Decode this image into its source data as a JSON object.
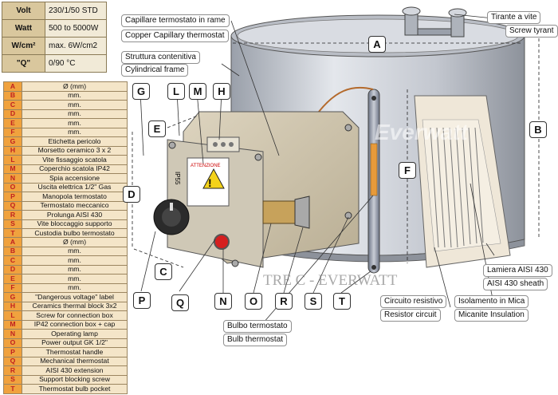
{
  "specs": [
    {
      "key": "Volt",
      "value": "230/1/50 STD"
    },
    {
      "key": "Watt",
      "value": "500 to 5000W"
    },
    {
      "key": "W/cm²",
      "value": "max. 6W/cm2"
    },
    {
      "key": "\"Q\"",
      "value": "0/90 °C"
    }
  ],
  "legend_it": [
    {
      "letter": "A",
      "text": "Ø (mm)"
    },
    {
      "letter": "B",
      "text": "mm."
    },
    {
      "letter": "C",
      "text": "mm."
    },
    {
      "letter": "D",
      "text": "mm."
    },
    {
      "letter": "E",
      "text": "mm."
    },
    {
      "letter": "F",
      "text": "mm."
    },
    {
      "letter": "G",
      "text": "Etichetta pericolo"
    },
    {
      "letter": "H",
      "text": "Morsetto ceramico 3 x 2"
    },
    {
      "letter": "L",
      "text": "Vite fissaggio scatola"
    },
    {
      "letter": "M",
      "text": "Coperchio scatola IP42"
    },
    {
      "letter": "N",
      "text": "Spia accensione"
    },
    {
      "letter": "O",
      "text": "Uscita elettrica 1/2\" Gas"
    },
    {
      "letter": "P",
      "text": "Manopola termostato"
    },
    {
      "letter": "Q",
      "text": "Termostato meccanico"
    },
    {
      "letter": "R",
      "text": "Prolunga AISI 430"
    },
    {
      "letter": "S",
      "text": "Vite bloccaggio supporto"
    },
    {
      "letter": "T",
      "text": "Custodia bulbo termostato"
    }
  ],
  "legend_en": [
    {
      "letter": "A",
      "text": "Ø (mm)"
    },
    {
      "letter": "B",
      "text": "mm."
    },
    {
      "letter": "C",
      "text": "mm."
    },
    {
      "letter": "D",
      "text": "mm."
    },
    {
      "letter": "E",
      "text": "mm."
    },
    {
      "letter": "F",
      "text": "mm."
    },
    {
      "letter": "G",
      "text": "\"Dangerous voltage\" label"
    },
    {
      "letter": "H",
      "text": "Ceramics thermal block 3x2"
    },
    {
      "letter": "L",
      "text": "Screw for connection box"
    },
    {
      "letter": "M",
      "text": "IP42 connection box + cap"
    },
    {
      "letter": "N",
      "text": "Operating lamp"
    },
    {
      "letter": "O",
      "text": "Power output GK 1/2\""
    },
    {
      "letter": "P",
      "text": "Thermostat handle"
    },
    {
      "letter": "Q",
      "text": "Mechanical thermostat"
    },
    {
      "letter": "R",
      "text": "AISI 430 extension"
    },
    {
      "letter": "S",
      "text": "Support blocking screw"
    },
    {
      "letter": "T",
      "text": "Thermostat bulb pocket"
    }
  ],
  "callouts": {
    "capillary_it": "Capillare termostato in rame",
    "capillary_en": "Copper Capillary thermostat",
    "frame_it": "Struttura contenitiva",
    "frame_en": "Cylindrical frame",
    "tyrant_it": "Tirante a vite",
    "tyrant_en": "Screw tyrant",
    "sheet_it": "Lamiera AISI 430",
    "sheet_en": "AISI 430 sheath",
    "circuit_it": "Circuito resistivo",
    "circuit_en": "Resistor circuit",
    "mica_it": "Isolamento in Mica",
    "mica_en": "Micanite Insulation",
    "bulb_it": "Bulbo termostato",
    "bulb_en": "Bulb thermostat"
  },
  "letters": {
    "A": "A",
    "B": "B",
    "C": "C",
    "D": "D",
    "E": "E",
    "F": "F",
    "G": "G",
    "L": "L",
    "M": "M",
    "H": "H",
    "P": "P",
    "Q": "Q",
    "N": "N",
    "O": "O",
    "R": "R",
    "S": "S",
    "T": "T"
  },
  "drawing_text": {
    "brand": "Everwatt",
    "watermark": "TRE C - EVERWATT",
    "ip_mark": "IP55",
    "warning_title": "ATTENZIONE"
  },
  "colors": {
    "legend_letter_bg": "#f0a23e",
    "legend_letter_text": "#c02020",
    "legend_text_bg": "#f4e5c8",
    "spec_key_bg": "#d9c79d",
    "spec_value_bg": "#f1ead7",
    "metal": "#c7cad1"
  }
}
